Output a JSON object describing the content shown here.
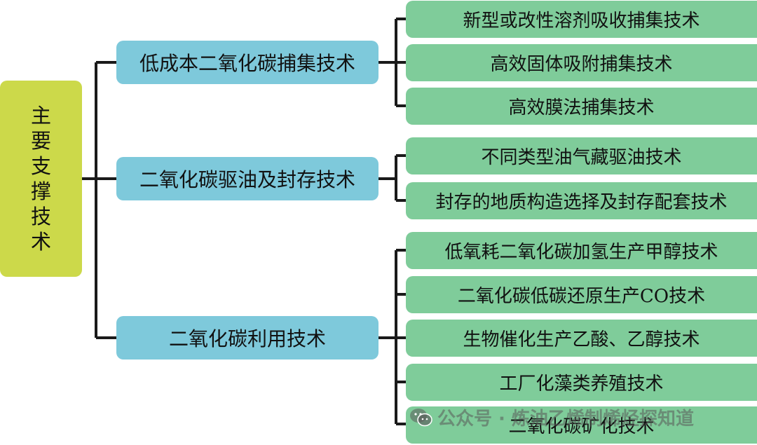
{
  "root": {
    "chars": [
      "主",
      "要",
      "支",
      "撑",
      "技",
      "术"
    ]
  },
  "categories": [
    {
      "label": "低成本二氧化碳捕集技术",
      "items": [
        "新型或改性溶剂吸收捕集技术",
        "高效固体吸附捕集技术",
        "高效膜法捕集技术"
      ]
    },
    {
      "label": "二氧化碳驱油及封存技术",
      "items": [
        "不同类型油气藏驱油技术",
        "封存的地质构造选择及封存配套技术"
      ]
    },
    {
      "label": "二氧化碳利用技术",
      "items": [
        "低氧耗二氧化碳加氢生产甲醇技术",
        "二氧化碳低碳还原生产CO技术",
        "生物催化生产乙酸、乙醇技术",
        "工厂化藻类养殖技术",
        "二氧化碳矿化技术"
      ]
    }
  ],
  "watermark": {
    "text": "公众号 · 炼油乙烯制烯烃探知道",
    "icon": "wechat-icon"
  },
  "colors": {
    "root": "#ccd94a",
    "category": "#7ec9db",
    "leaf": "#7fcc9a",
    "line": "#1a1a1a"
  }
}
